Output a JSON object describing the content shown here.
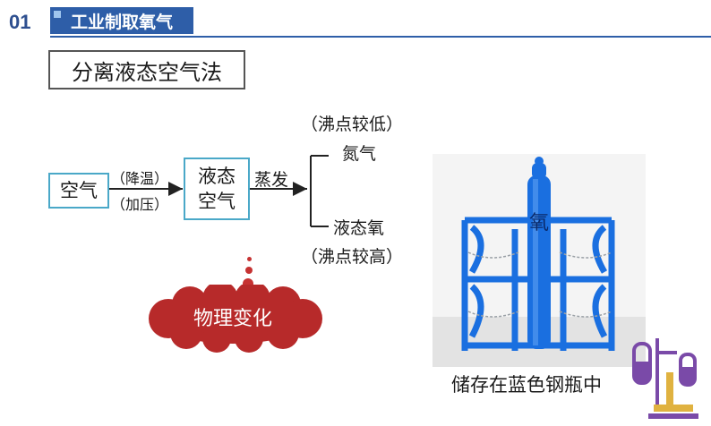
{
  "header": {
    "number": "01",
    "title": "工业制取氧气"
  },
  "method": "分离液态空气法",
  "flow": {
    "start": "空气",
    "step1_top": "（降温）",
    "step1_bottom": "（加压）",
    "liquid_line1": "液态",
    "liquid_line2": "空气",
    "step2": "蒸发",
    "upper_note": "（沸点较低）",
    "upper_product": "氮气",
    "lower_product": "液态氧",
    "lower_note": "（沸点较高）"
  },
  "change_type": "物理变化",
  "photo": {
    "cylinder_label": "氧",
    "caption": "储存在蓝色钢瓶中"
  },
  "colors": {
    "header_blue": "#2e5ea8",
    "cloud_red": "#b72a2a",
    "box_border": "#4aa8c8",
    "rack_blue": "#1a6fe0",
    "icon_purple": "#7a4aa8",
    "icon_gold": "#e0b240"
  }
}
